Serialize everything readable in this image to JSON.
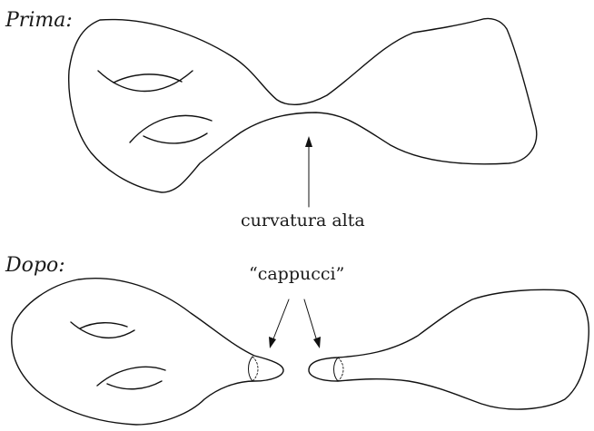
{
  "figure": {
    "before_heading": "Prima:",
    "high_curvature_label": "curvatura alta",
    "after_heading": "Dopo:",
    "caps_label": "“cappucci”"
  }
}
